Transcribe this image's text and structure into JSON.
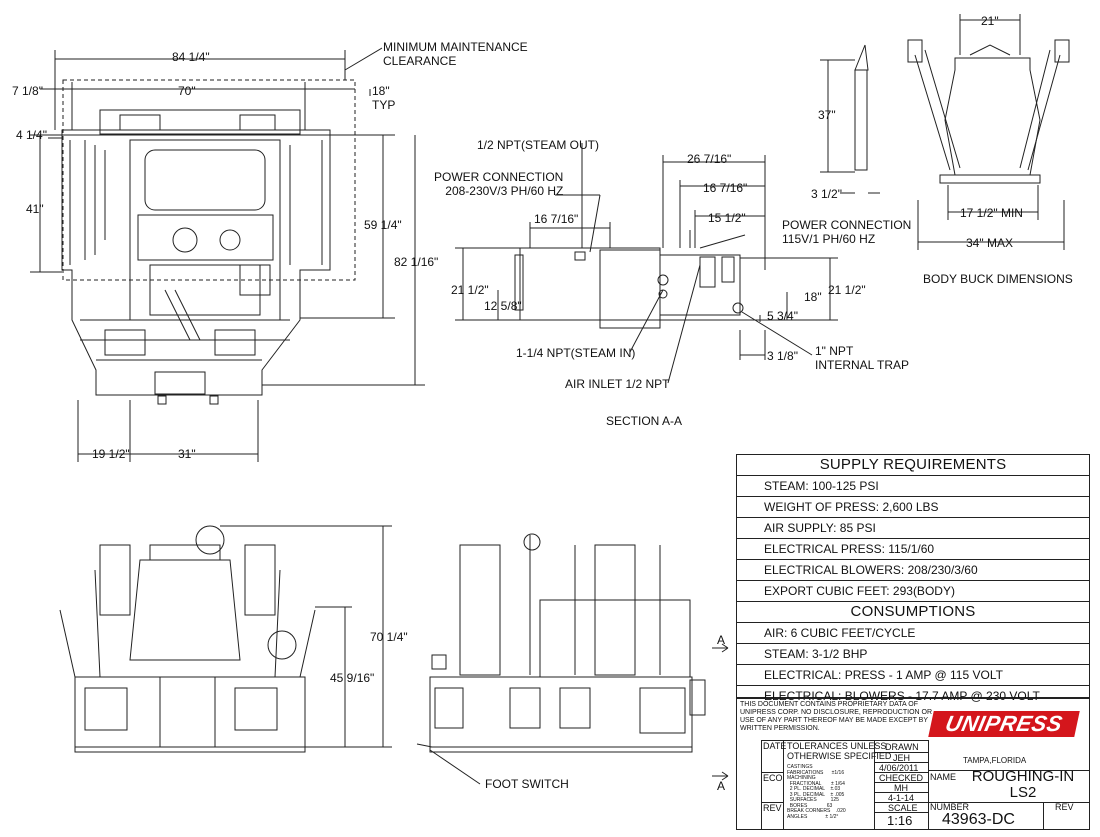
{
  "top_view": {
    "dims": {
      "overall_width": "84 1/4\"",
      "maintenance_clearance": "MINIMUM MAINTENANCE\nCLEARANCE",
      "side_clearance_left": "7 1/8\"",
      "main_width": "70\"",
      "rear_clearance": "18\"",
      "rear_clearance_typ": "TYP",
      "offset": "4 1/4\"",
      "left_height": "41\"",
      "height_59": "59 1/4\"",
      "height_82": "82 1/16\"",
      "bottom_left": "19 1/2\"",
      "bottom_right": "31\""
    }
  },
  "section_view": {
    "steam_out": "1/2 NPT(STEAM OUT)",
    "power_connection_left": "POWER CONNECTION\n208-230V/3 PH/60 HZ",
    "dim_26": "26 7/16\"",
    "dim_16_right": "16 7/16\"",
    "dim_15": "15 1/2\"",
    "dim_16_left": "16 7/16\"",
    "power_connection_right": "POWER CONNECTION\n115V/1 PH/60 HZ",
    "dim_21_left": "21 1/2\"",
    "dim_12": "12 5/8\"",
    "dim_18": "18\"",
    "dim_21_right": "21 1/2\"",
    "dim_5": "5 3/4\"",
    "steam_in": "1-1/4 NPT(STEAM IN)",
    "dim_3_18": "3 1/8\"",
    "internal_trap": "1\" NPT\nINTERNAL TRAP",
    "air_inlet": "AIR INLET 1/2 NPT",
    "title": "SECTION A-A"
  },
  "body_buck": {
    "dim_21": "21\"",
    "dim_37": "37\"",
    "dim_3_12": "3 1/2\"",
    "dim_17_min": "17 1/2\" MIN",
    "dim_34_max": "34\" MAX",
    "title": "BODY BUCK DIMENSIONS"
  },
  "front_view": {
    "dim_70": "70 1/4\"",
    "dim_45": "45 9/16\"",
    "foot_switch": "FOOT SWITCH",
    "section_mark": "A"
  },
  "supply": {
    "title": "SUPPLY REQUIREMENTS",
    "items": [
      "STEAM: 100-125 PSI",
      "WEIGHT OF PRESS: 2,600 LBS",
      "AIR SUPPLY: 85 PSI",
      "ELECTRICAL PRESS: 115/1/60",
      "ELECTRICAL BLOWERS: 208/230/3/60",
      "EXPORT CUBIC FEET: 293(BODY)"
    ]
  },
  "consumptions": {
    "title": "CONSUMPTIONS",
    "items": [
      "AIR: 6 CUBIC FEET/CYCLE",
      "STEAM: 3-1/2 BHP",
      "ELECTRICAL: PRESS - 1 AMP @ 115 VOLT",
      "ELECTRICAL: BLOWERS - 17.7 AMP @ 230 VOLT"
    ]
  },
  "title_block": {
    "notice": "THIS DOCUMENT CONTAINS PROPRIETARY DATA OF\nUNIPRESS CORP. NO DISCLOSURE, REPRODUCTION OR\nUSE OF ANY PART THEREOF MAY BE MADE EXCEPT BY\nWRITTEN PERMISSION.",
    "logo": "UNIPRESS",
    "location": "TAMPA,FLORIDA",
    "date_label": "DATE",
    "eco_label": "ECO",
    "rev_label": "REV",
    "tolerances": "TOLERANCES UNLESS\nOTHERWISE SPECIFIED",
    "tolerance_rows": "CASTINGS\nFABRICATIONS      ±1/16\nMACHINING\n  FRACTIONAL       ± 1/64\n  2 PL. DECIMAL    ±.03\n  3 PL. DECIMAL    ± .005\n  SURFACES          125\n  BORES              63\nBREAK CORNERS    .020\nANGLES             ± 1/2°",
    "drawn_label": "DRAWN",
    "drawn_by": "JEH",
    "drawn_date": "4/06/2011",
    "checked_label": "CHECKED",
    "checked_by": "MH",
    "checked_date": "4-1-14",
    "scale_label": "SCALE",
    "scale": "1:16",
    "name_label": "NAME",
    "name": "ROUGHING-IN\nLS2",
    "number_label": "NUMBER",
    "number": "43963-DC",
    "rev_label_right": "REV"
  }
}
